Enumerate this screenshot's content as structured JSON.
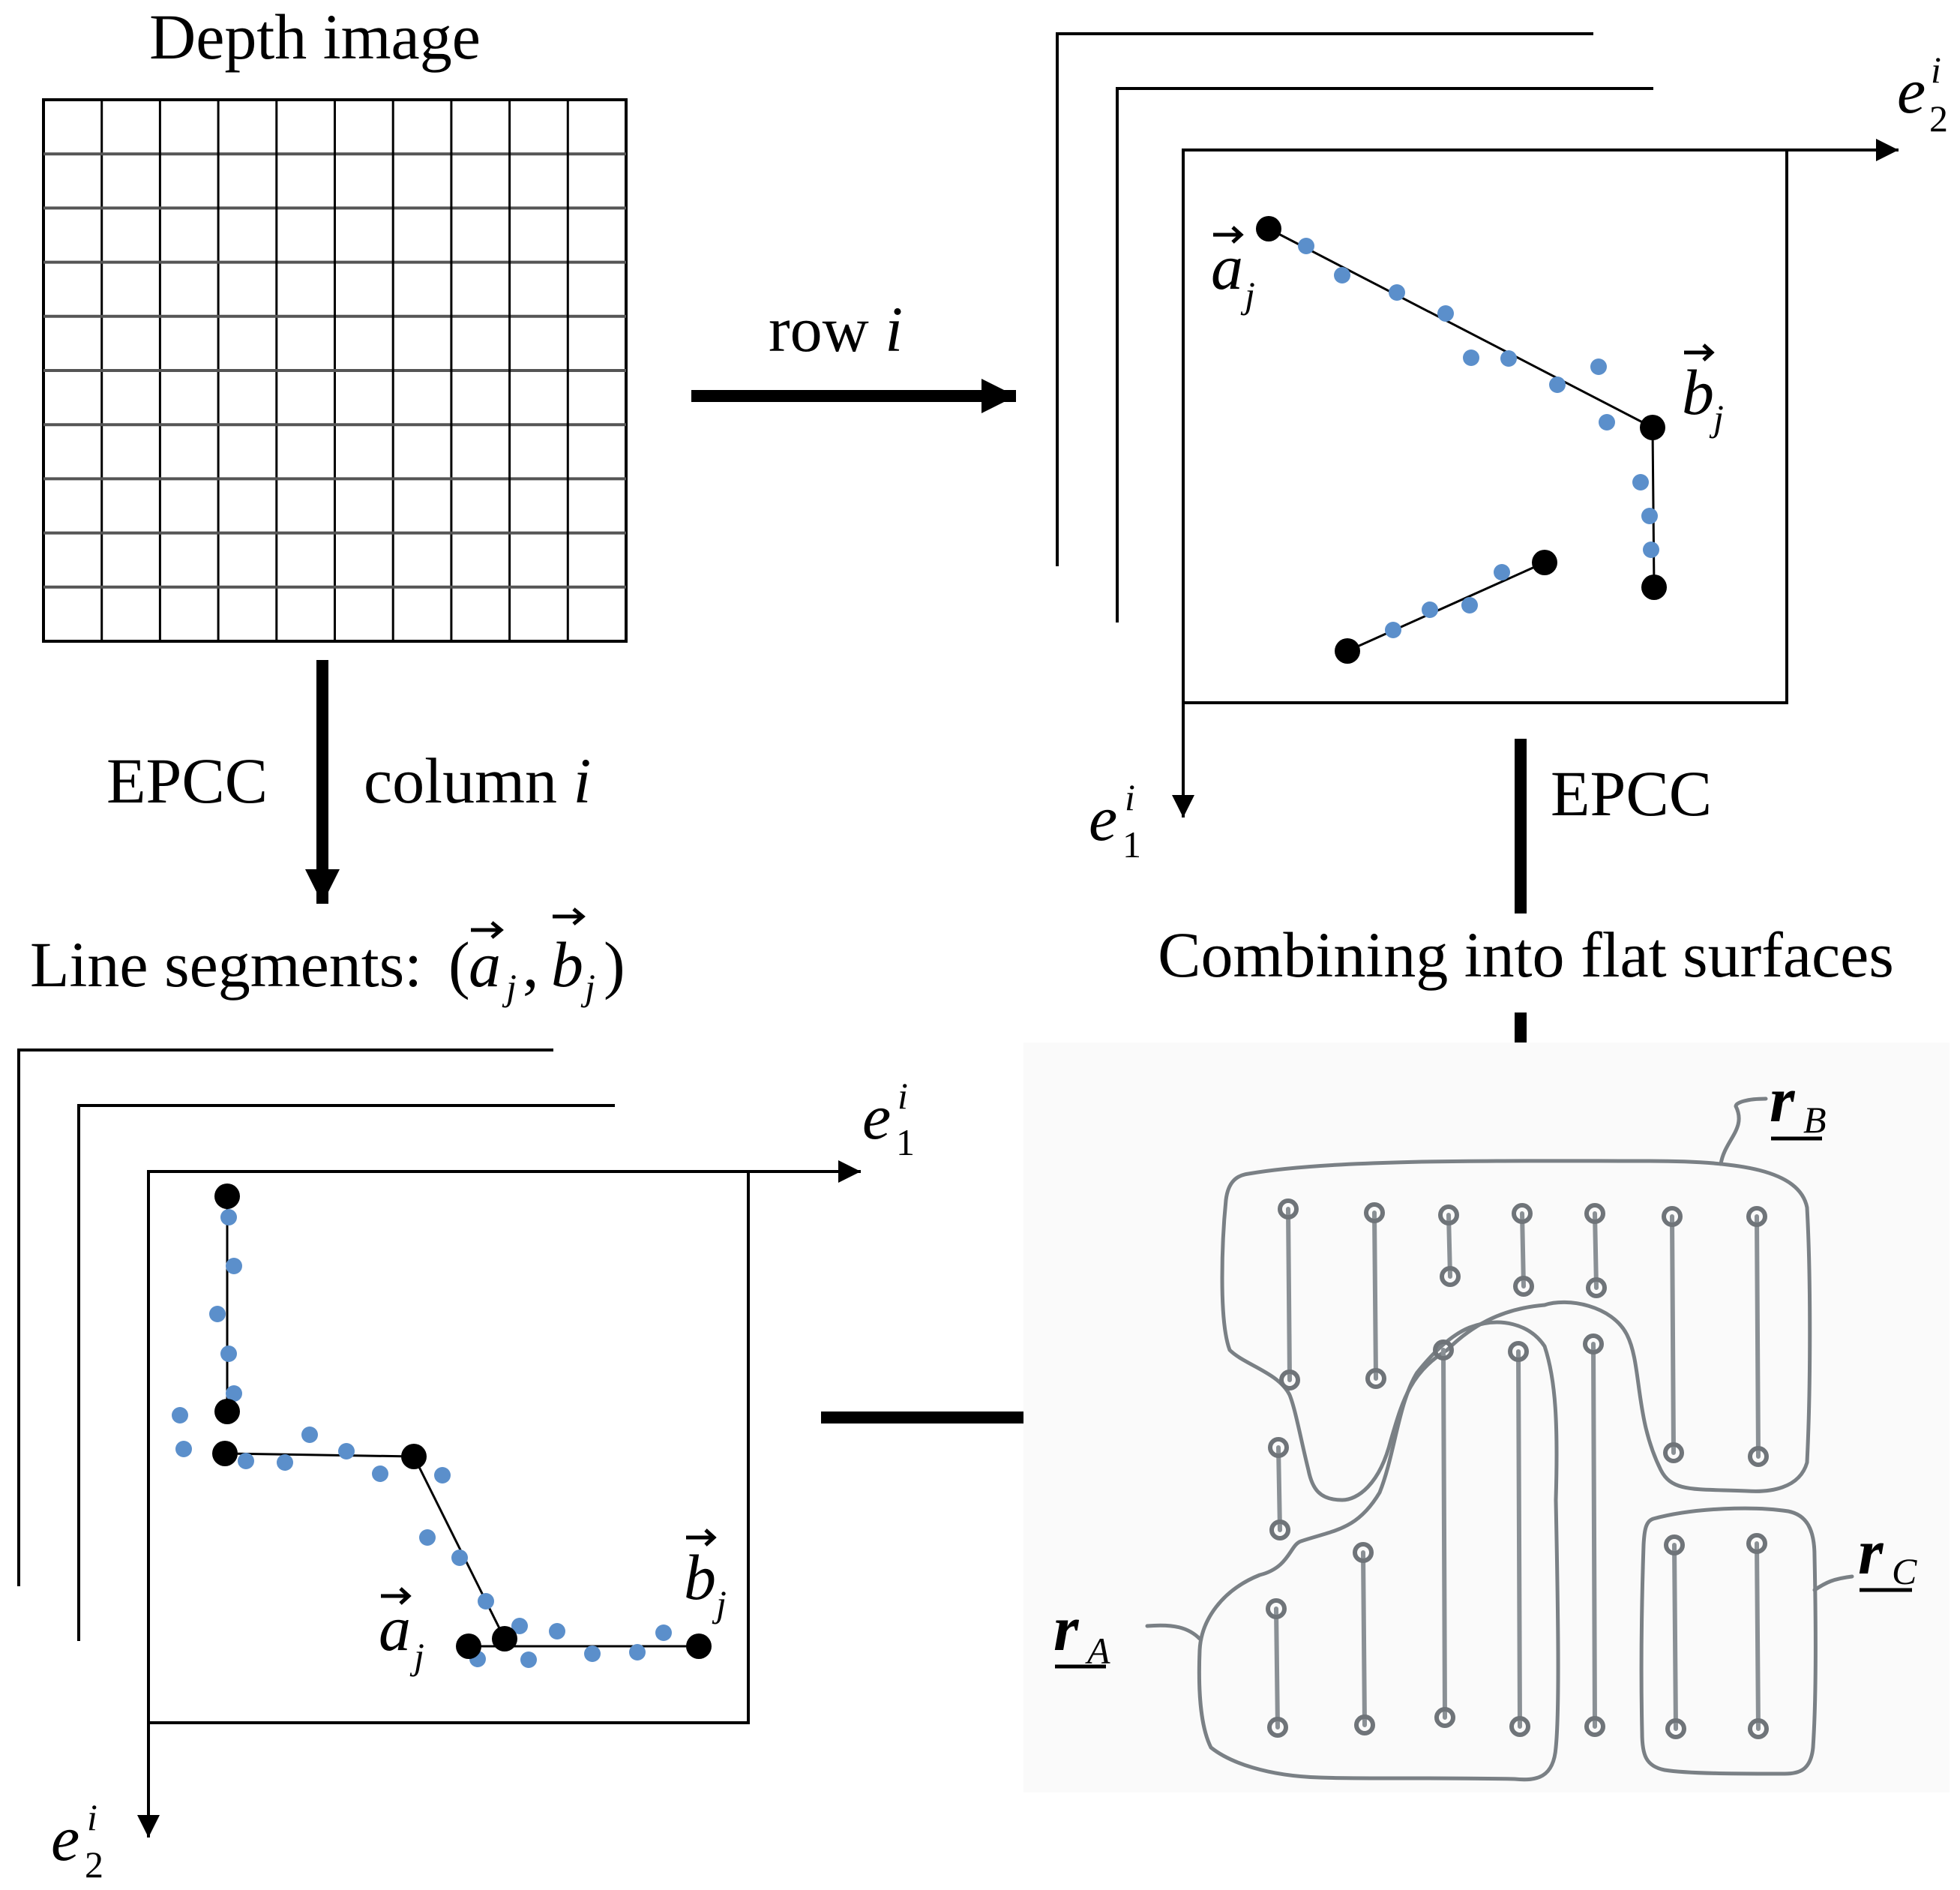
{
  "labels": {
    "depth_image": "Depth image",
    "row": "row",
    "column": "column",
    "i": "i",
    "epcc": "EPCC",
    "line_segments": "Line segments:",
    "combining": "Combining into flat surfaces",
    "e": "e",
    "e_sub1": "1",
    "e_sub2": "2",
    "a": "a",
    "b": "b",
    "j": "j",
    "r": "r",
    "region_A": "A",
    "region_B": "B",
    "region_C": "C"
  },
  "colors": {
    "ink": "#000000",
    "point": "#5b8fcb",
    "grid": "#111111",
    "sketch": "#7a8085",
    "sketch_background": "#fafafa"
  }
}
